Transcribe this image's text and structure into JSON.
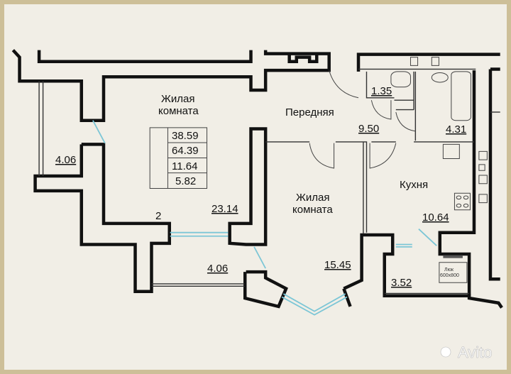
{
  "rooms": {
    "living_room_1": {
      "name_line1": "Жилая",
      "name_line2": "комната",
      "area": "23.14"
    },
    "living_room_2": {
      "name_line1": "Жилая",
      "name_line2": "комната",
      "area": "15.45"
    },
    "hallway": {
      "name": "Передняя",
      "area": "9.50"
    },
    "kitchen": {
      "name": "Кухня",
      "area": "10.64"
    },
    "toilet": {
      "area": "1.35"
    },
    "bathroom": {
      "area": "4.31"
    },
    "balcony_left": {
      "area": "4.06"
    },
    "balcony_bottom": {
      "area": "4.06"
    },
    "balcony_kitchen": {
      "area": "3.52"
    }
  },
  "summary_table": {
    "rooms_count": "2",
    "values": [
      "38.59",
      "64.39",
      "11.64",
      "5.82"
    ]
  },
  "hatch": {
    "line1": "Люк",
    "line2": "600х800"
  },
  "watermark": "Avito",
  "colors": {
    "border": "#cdbf98",
    "background": "#f1eee6",
    "walls": "#111111",
    "glass": "#7cc6d6"
  }
}
